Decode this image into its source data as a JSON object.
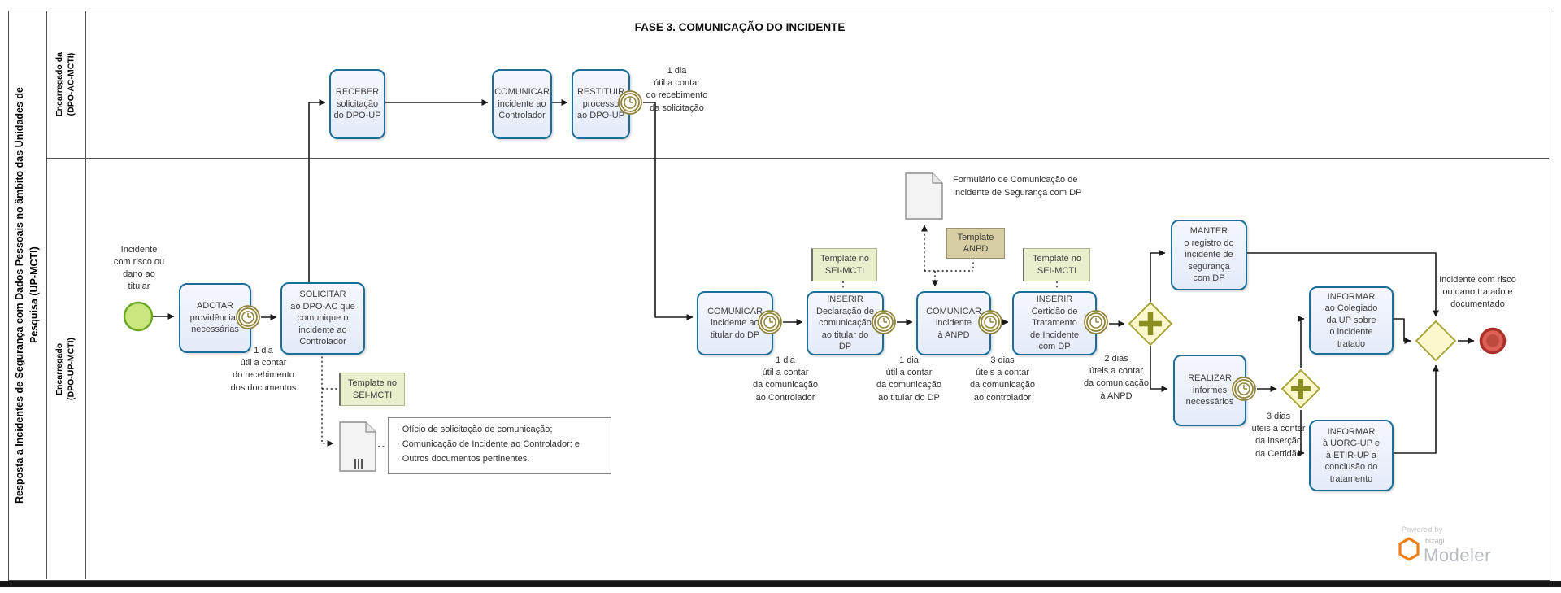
{
  "diagram": {
    "phase_title": "FASE 3. COMUNICAÇÃO DO INCIDENTE",
    "pool_title": "Resposta a Incidentes de Segurança com Dados Pessoais no âmbito das Unidades de\nPesquisa (UP-MCTI)",
    "lanes": [
      {
        "label": "Encarregado da\n(DPO-AC-MCTI)"
      },
      {
        "label": "Encarregado\n(DPO-UP-MCTI)"
      }
    ]
  },
  "events": {
    "start_label": "Incidente\ncom risco ou\ndano ao\ntitular",
    "end_label": "Incidente com risco\nou dano tratado e\ndocumentado"
  },
  "tasks": {
    "receber": "RECEBER\nsolicitação\ndo DPO-UP",
    "comunicar_controlador": "COMUNICAR\nincidente ao\nControlador",
    "restituir": "RESTITUIR\nprocesso\nao DPO-UP",
    "adotar": "ADOTAR\nprovidências\nnecessárias",
    "solicitar": "SOLICITAR\nao DPO-AC que\ncomunique o\nincidente ao\nControlador",
    "comunicar_titular": "COMUNICAR\nincidente ao\ntitular do DP",
    "inserir_declaracao": "INSERIR\nDeclaração de\ncomunicação\nao titular do\nDP",
    "comunicar_anpd": "COMUNICAR\nincidente\nà ANPD",
    "inserir_certidao": "INSERIR\nCertidão de\nTratamento\nde Incidente\ncom DP",
    "manter": "MANTER\no registro do\nincidente de\nsegurança\ncom DP",
    "realizar": "REALIZAR\ninformes\nnecessários",
    "informar_colegiado": "INFORMAR\nao Colegiado\nda UP sobre\no incidente\ntratado",
    "informar_uorg": "INFORMAR\nà UORG-UP e\nà ETIR-UP a\nconclusão do\ntratamento"
  },
  "timer_notes": {
    "restituir": "1 dia\nútil a contar\ndo recebimento\nda solicitação",
    "adotar": "1 dia\nútil a contar\ndo recebimento\ndos documentos",
    "comunicar_titular": "1 dia\nútil a contar\nda comunicação\nao Controlador",
    "inserir_declaracao": "1 dia\nútil a contar\nda comunicação\nao titular do DP",
    "comunicar_anpd": "3 dias\núteis a contar\nda comunicação\nao controlador",
    "inserir_certidao": "2 dias\núteis a contar\nda comunicação\nà ANPD",
    "realizar": "3 dias\núteis a contar\nda inserção\nda Certidão"
  },
  "annotations": {
    "template_sei_1": "Template no\nSEI-MCTI",
    "template_sei_2": "Template no\nSEI-MCTI",
    "template_sei_3": "Template no\nSEI-MCTI",
    "template_anpd": "Template\nANPD",
    "formulario_label": "Formulário de Comunicação de\nIncidente de Segurança com DP",
    "document_list": "· Ofício de solicitação de comunicação;\n· Comunicação de Incidente ao Controlador; e\n· Outros documentos pertinentes."
  },
  "branding": {
    "powered_by": "Powered by",
    "brand_small": "bizagi",
    "brand_large": "Modeler"
  },
  "colors": {
    "task_fill": "#E8EEFA",
    "task_border": "#1A6E99",
    "gateway_fill": "#FBF8CD",
    "gateway_border": "#A8A63E",
    "gateway_plus": "#8A8F1F",
    "start_fill": "#C9E77E",
    "start_border": "#6BA621",
    "end_fill": "#DC6055",
    "end_border": "#A93028",
    "timer_stroke": "#8F8440",
    "template_green": "#E9EFCC",
    "template_tan": "#D7CFA3",
    "brand_orange": "#EE7F17"
  }
}
